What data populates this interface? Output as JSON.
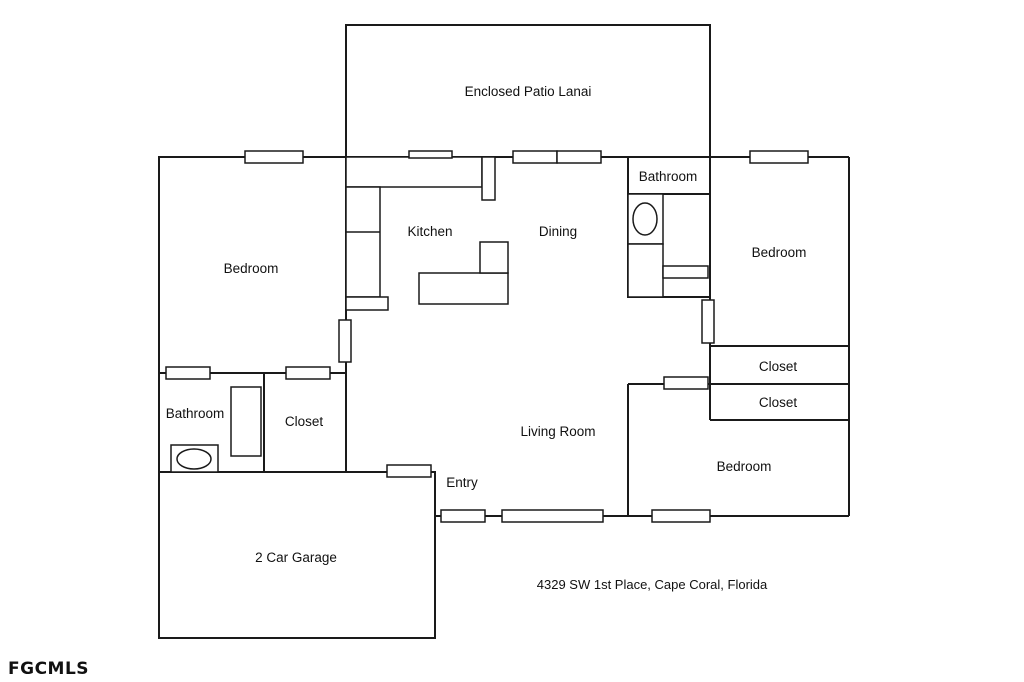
{
  "plan": {
    "rooms": {
      "lanai": "Enclosed Patio Lanai",
      "kitchen": "Kitchen",
      "dining": "Dining",
      "bathroom_master": "Bathroom",
      "bedroom_right_top": "Bedroom",
      "bedroom_left": "Bedroom",
      "closet_right_1": "Closet",
      "closet_right_2": "Closet",
      "bathroom_left": "Bathroom",
      "closet_left": "Closet",
      "living_room": "Living Room",
      "entry": "Entry",
      "bedroom_right_bottom": "Bedroom",
      "garage": "2 Car Garage"
    },
    "address": "4329 SW 1st Place, Cape Coral, Florida",
    "watermark": "FGCMLS"
  }
}
